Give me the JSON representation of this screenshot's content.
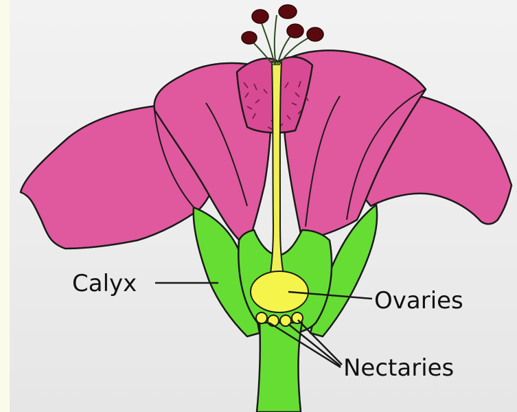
{
  "diagram": {
    "labels": {
      "calyx": "Calyx",
      "ovaries": "Ovaries",
      "nectaries": "Nectaries"
    },
    "colors": {
      "background": "#fbfbe9",
      "paper": "#ececec",
      "petal": "#e0589e",
      "petal_shadow": "#c8327f",
      "sepal": "#66dd33",
      "ovary": "#f4f44a",
      "style": "#f0ef58",
      "anther": "#5a0a0f",
      "outline": "#1a1a1a"
    },
    "icons": {
      "flower": "hibiscus-flower-cross-section"
    }
  }
}
